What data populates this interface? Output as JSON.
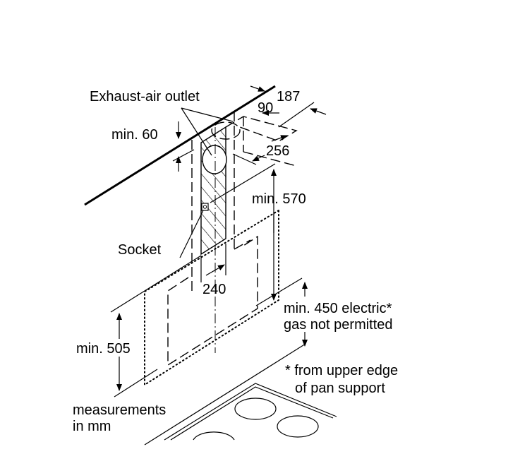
{
  "diagram": {
    "labels": {
      "exhaust_air_outlet": "Exhaust-air outlet",
      "dim_187": "187",
      "dim_90": "90",
      "min_60": "min. 60",
      "dim_256": "256",
      "min_570": "min. 570",
      "socket": "Socket",
      "dim_240": "240",
      "min_450_line1": "min. 450 electric*",
      "min_450_line2": "gas not permitted",
      "min_505": "min. 505",
      "footnote_line1": "* from upper edge",
      "footnote_line2": "of pan support",
      "units_line1": "measurements",
      "units_line2": "in mm"
    },
    "colors": {
      "ink": "#000000",
      "background": "#ffffff"
    }
  }
}
